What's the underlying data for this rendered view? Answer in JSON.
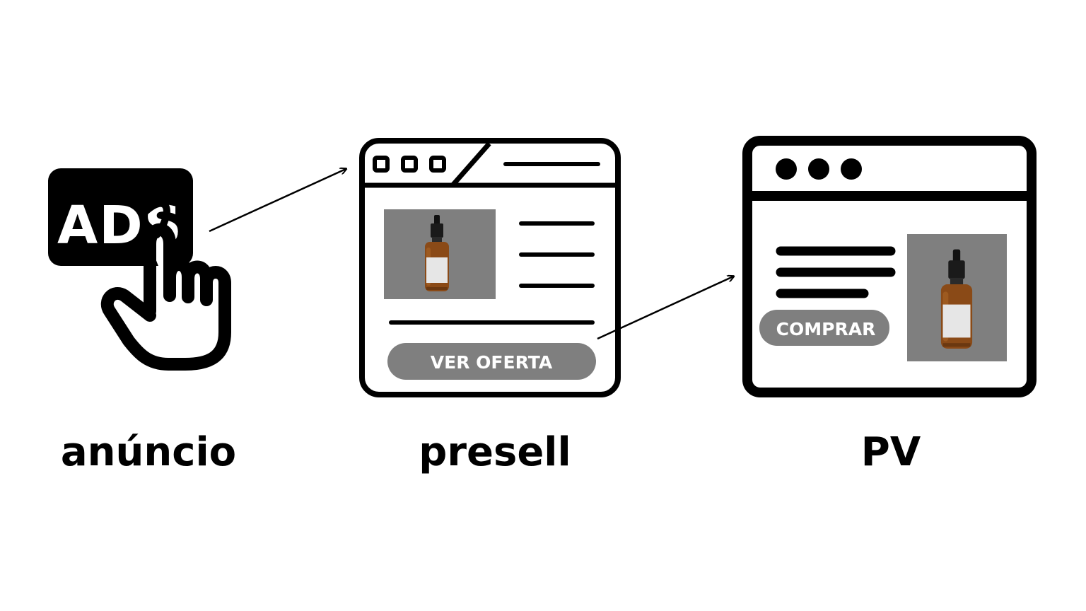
{
  "stages": {
    "ad": {
      "badge_text": "ADS",
      "label": "anúncio"
    },
    "presell": {
      "cta": "VER OFERTA",
      "label": "presell"
    },
    "pv": {
      "cta": "COMPRAR",
      "label": "PV"
    }
  },
  "colors": {
    "ink": "#000000",
    "background": "#ffffff",
    "product_panel": "#7f7f7f",
    "button": "#7f7f7f",
    "button_text": "#ffffff",
    "bottle_amber": "#8a4a17",
    "bottle_label": "#e6e6e6"
  },
  "icons": {
    "ad": "pointing-hand-icon",
    "bottle": "dropper-bottle-icon",
    "arrow": "arrow-right-icon"
  }
}
